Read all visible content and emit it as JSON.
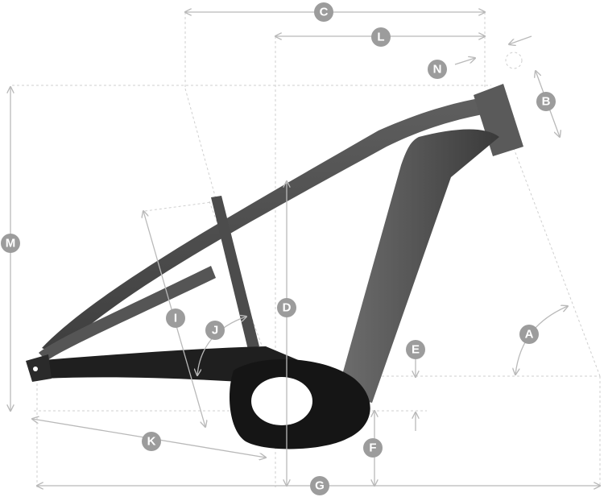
{
  "diagram": {
    "labels": {
      "A": "A",
      "B": "B",
      "C": "C",
      "D": "D",
      "E": "E",
      "F": "F",
      "G": "G",
      "I": "I",
      "J": "J",
      "K": "K",
      "L": "L",
      "M": "M",
      "N": "N"
    },
    "colors": {
      "frame_dark": "#1c1c1c",
      "frame_mid": "#4a4a4a",
      "frame_light": "#6b6b6b",
      "dimension_line": "#b9b9b9",
      "badge_fill": "#9c9c9c",
      "badge_text": "#ffffff"
    }
  }
}
